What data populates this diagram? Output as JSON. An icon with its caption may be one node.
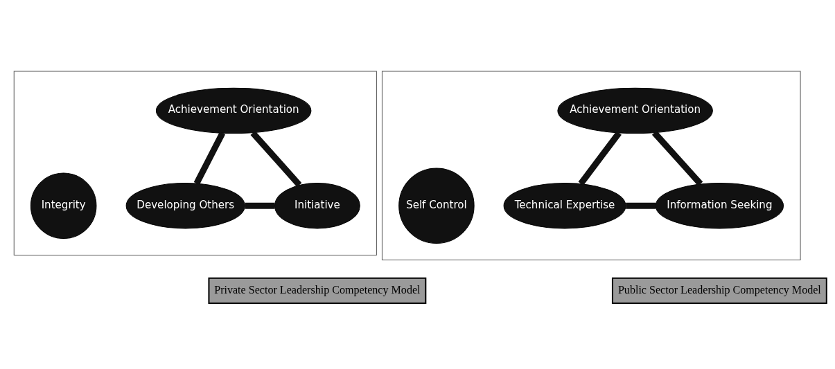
{
  "diagram": {
    "nodes": [
      {
        "text": [],
        "shape": "box"
      },
      {
        "text": [
          "Achievement Orientation"
        ],
        "in": 0
      },
      {
        "text": [
          "Developing Others"
        ],
        "in": 0
      },
      {
        "text": [
          "Integrity"
        ],
        "in": 0
      },
      {
        "text": [
          "Initiative"
        ],
        "in": 0
      },
      {
        "text": [],
        "shape": "box"
      },
      {
        "text": [
          "Achievement Orientation"
        ],
        "in": 5
      },
      {
        "text": [
          "Technical Expertise"
        ],
        "in": 5
      },
      {
        "text": [
          "Self Control"
        ],
        "in": 5
      },
      {
        "text": [
          "Information Seeking"
        ],
        "in": 5
      },
      {
        "text": [
          "Private Sector Leadership Competency Model"
        ]
      },
      {
        "text": [
          "Public Sector Leadership Competency Model"
        ]
      }
    ],
    "edges": [
      {
        "from": 1,
        "to": 2,
        "arrow": "none"
      },
      {
        "from": 2,
        "to": 4,
        "arrow": "none"
      },
      {
        "from": 4,
        "to": 1,
        "arrow": "none"
      },
      {
        "from": 6,
        "to": 7,
        "arrow": "none"
      },
      {
        "from": 7,
        "to": 9,
        "arrow": "none"
      },
      {
        "from": 9,
        "to": 6,
        "arrow": "none"
      }
    ]
  }
}
